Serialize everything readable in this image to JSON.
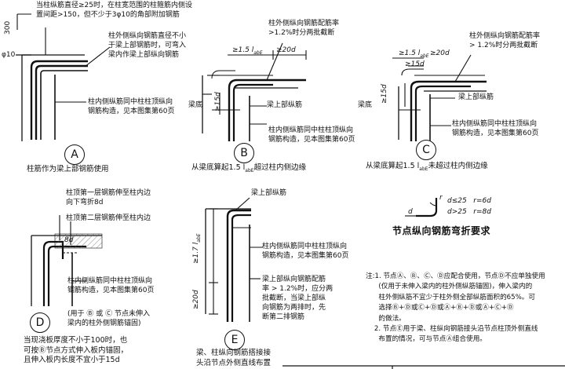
{
  "detail_A": {
    "label": "A",
    "note_top": "当柱纵筋直径≥25时，在柱宽范围的柱箍筋内侧设\n置间距>150，但不少于3φ10的角部附加钢筋",
    "dim_300": "300",
    "dim_phi10": "φ10",
    "note_right": "柱外侧纵向钢筋直径不小\n于梁上部钢筋时，可弯入\n梁内作梁上部纵向钢筋",
    "note_inner": "柱内侧纵筋同中柱柱顶纵向\n钢筋构造，见本图集第60页",
    "caption": "柱筋作为梁上部钢筋使用"
  },
  "detail_B": {
    "label": "B",
    "note_top": "柱外侧纵向钢筋配筋率\n>1.2%时分两批截断",
    "dim_laE": "≥1.5 l",
    "dim_laE_sub": "abE",
    "dim_20d": "≥20d",
    "dim_15d": "≥15d",
    "beam_label": "梁底",
    "beam_bar": "梁上部纵筋",
    "note_inner": "柱内侧纵筋同中柱柱顶纵向\n钢筋构造，见本图集第60页",
    "caption": "从梁底算起1.5 l",
    "caption_sub": "abE",
    "caption_end": "超过柱内侧边缘"
  },
  "detail_C": {
    "label": "C",
    "note_top": "柱外侧纵向钢筋配筋率\n> 1.2%时分两批截断",
    "dim_laE": "≥1.5 l",
    "dim_laE_sub": "abE",
    "dim_15d_top": "≥15d",
    "dim_20d": "≥20d",
    "dim_15d": "≥15d",
    "beam_label": "梁底",
    "beam_bar": "梁上部纵筋",
    "note_inner": "柱内侧纵筋同中柱柱顶纵向\n钢筋构造，见本图集第60页",
    "caption": "从梁底算起1.5 l",
    "caption_sub": "abE",
    "caption_end": "未超过柱内侧边缘"
  },
  "detail_D": {
    "label": "D",
    "note_top1": "柱顶第一层钢筋伸至柱内边\n向下弯折8d",
    "note_top2": "柱顶第二层钢筋伸至柱内边",
    "dim_8d": "8d",
    "note_inner": "柱内侧纵筋同中柱柱顶纵向\n钢筋构造，见本图集第60页",
    "note_use": "(用于 Ⓑ 或 Ⓒ 节点未伸入\n梁内的柱外侧钢筋锚固)",
    "caption": "当现浇板厚度不小于100时，也\n可按Ⓑ节点方式伸入板内锚固，\n且伸入板内长度不宜小于15d"
  },
  "detail_E": {
    "label": "E",
    "beam_bar": "梁上部纵筋",
    "dim_17": "≥1.7 l",
    "dim_17_sub": "abE",
    "dim_20d": "≥20d",
    "note_inner": "柱内侧纵筋同中柱柱顶纵向\n钢筋构造，见本图集第60页",
    "note_right": "梁上部纵向钢筋配筋\n率 > 1.2%时，应分两\n批截断，当梁上部纵\n向钢筋为两排时，先\n断第二排钢筋",
    "caption": "梁、柱纵向钢筋搭接接\n头沿节点外侧直线布置"
  },
  "bend_table": {
    "title": "节点纵向钢筋弯折要求",
    "row1": "d≤25   r=6d",
    "row2": "d>25   r=8d",
    "d_label": "d",
    "r_label": "r"
  },
  "notes": {
    "text": "注:1. 节点Ⓐ、Ⓑ、Ⓒ、Ⓓ应配合使用，节点Ⓓ不应单独使用\n      (仅用于未伸入梁内的柱外侧纵筋锚固)，伸入梁内的\n      柱外侧纵筋不宜少于柱外侧全部纵筋面积的65%。可\n      选择Ⓑ+Ⓓ或Ⓒ+Ⓓ或Ⓐ+Ⓑ+Ⓓ或Ⓐ+Ⓒ+Ⓓ\n      的做法。\n    2. 节点Ⓔ用于梁、柱纵向钢筋接头沿节点柱顶外侧直线\n      布置的情况，可与节点Ⓐ组合使用。"
  }
}
